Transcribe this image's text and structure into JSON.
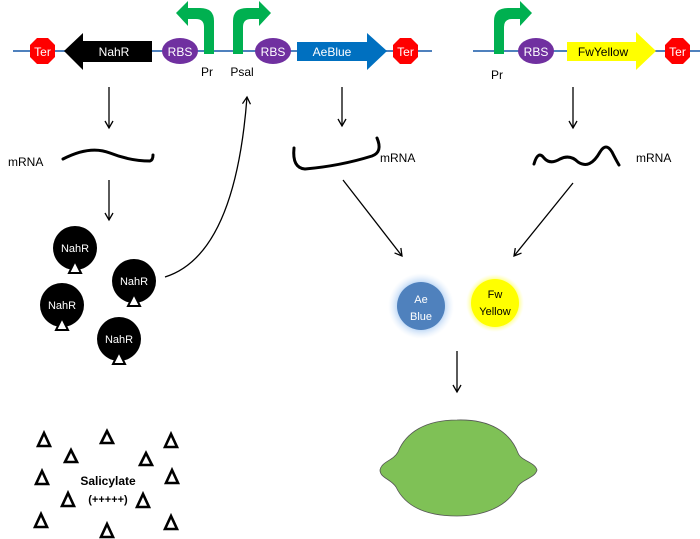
{
  "colors": {
    "backbone": "#4f81bd",
    "terminator": "#ff0000",
    "rbs": "#7030a0",
    "promoter": "#00b050",
    "nahr": "#000000",
    "aeblue": "#0070c0",
    "fwyellow": "#ffff00",
    "protein_blue": "#4f81bd",
    "protein_yellow": "#ffff00",
    "fruit": "#7fc156",
    "text_dark": "#000000",
    "text_light": "#ffffff"
  },
  "construct_left": {
    "parts": [
      {
        "type": "terminator",
        "label": "Ter"
      },
      {
        "type": "cds",
        "label": "NahR",
        "direction": "reverse"
      },
      {
        "type": "rbs",
        "label": "RBS"
      },
      {
        "type": "promoter",
        "label": "Pr",
        "direction": "reverse"
      },
      {
        "type": "promoter",
        "label": "Psal",
        "direction": "forward"
      },
      {
        "type": "rbs",
        "label": "RBS"
      },
      {
        "type": "cds",
        "label": "AeBlue",
        "direction": "forward"
      },
      {
        "type": "terminator",
        "label": "Ter"
      }
    ]
  },
  "construct_right": {
    "parts": [
      {
        "type": "promoter",
        "label": "Pr",
        "direction": "forward"
      },
      {
        "type": "rbs",
        "label": "RBS"
      },
      {
        "type": "cds",
        "label": "FwYellow",
        "direction": "forward"
      },
      {
        "type": "terminator",
        "label": "Ter"
      }
    ]
  },
  "mrna_labels": [
    "mRNA",
    "mRNA",
    "mRNA"
  ],
  "nahr_proteins": [
    "NahR",
    "NahR",
    "NahR",
    "NahR"
  ],
  "reporters": {
    "blue": {
      "line1": "Ae",
      "line2": "Blue"
    },
    "yellow": {
      "line1": "Fw",
      "line2": "Yellow"
    }
  },
  "inducer": {
    "line1": "Salicylate",
    "line2": "(+++++)"
  },
  "output": {
    "name": "lime-fruit"
  }
}
